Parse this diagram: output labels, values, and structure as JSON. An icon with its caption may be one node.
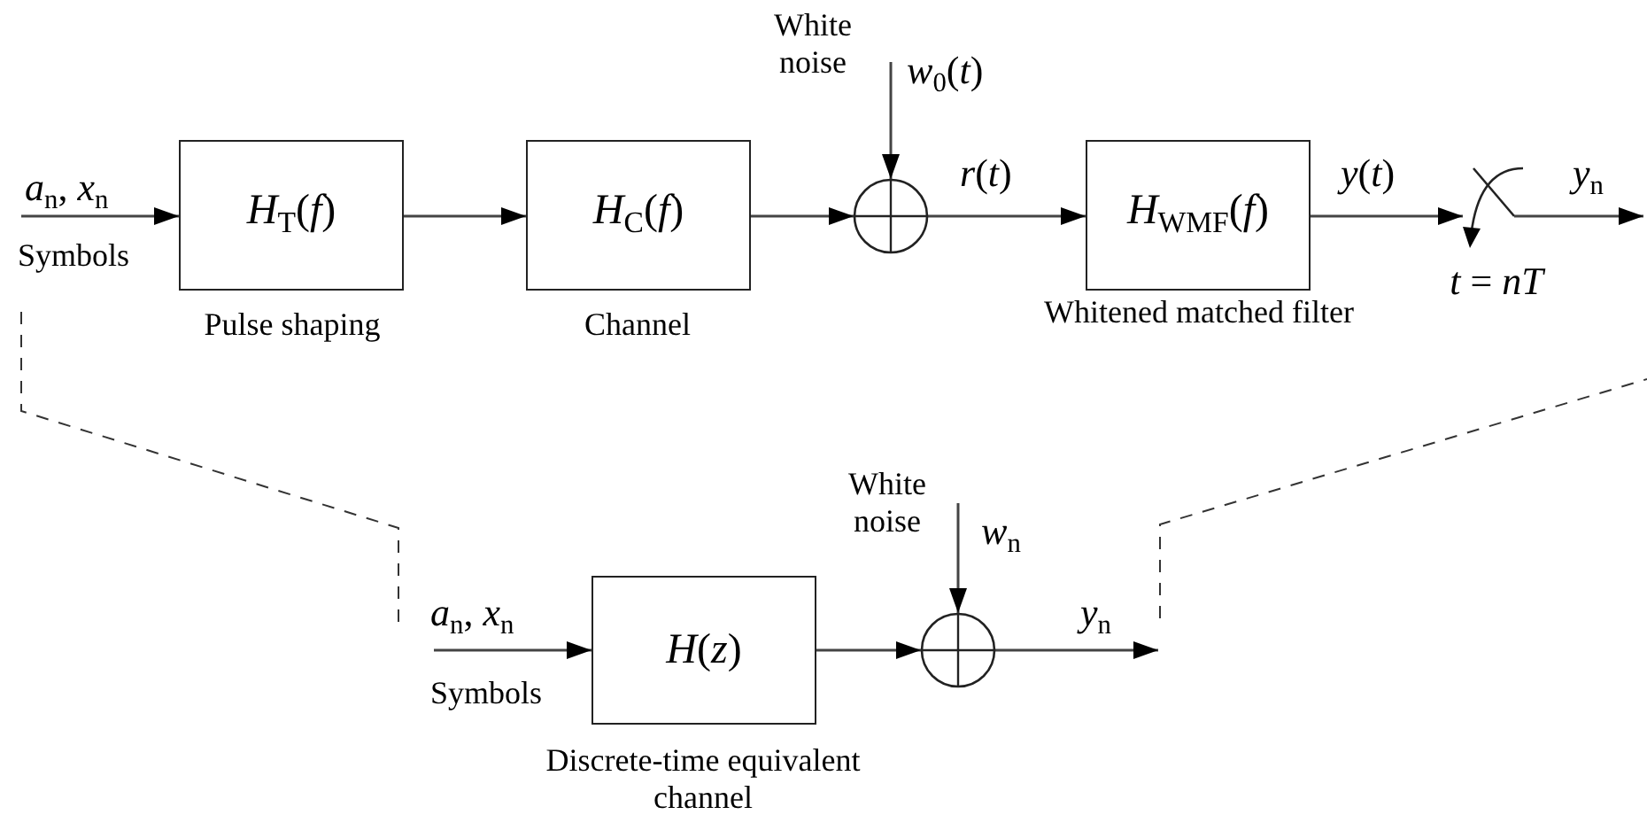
{
  "diagram": {
    "nodes": [
      {
        "text": [
          "*H*$_{T}$(*f*)"
        ],
        "beside": [
          "Pulse shaping"
        ]
      },
      {
        "text": [
          "*H*$_{C}$(*f*)"
        ],
        "beside": [
          "Channel"
        ]
      },
      {
        "text": [],
        "shape": "circle"
      },
      {
        "text": [
          "*H*$_{WMF}$(*f*)"
        ],
        "beside": [
          "Whitened matched filter"
        ]
      },
      {
        "text": [],
        "shape": "switch",
        "beside": [
          "*t* = *nT*"
        ]
      },
      {
        "text": [
          "*H*(*z*)"
        ],
        "beside": [
          "Discrete-time equivalent channel"
        ]
      },
      {
        "text": [],
        "shape": "circle"
      }
    ],
    "edges": [
      {
        "from": null,
        "to": 0,
        "arrow": "to",
        "label": "*a*$_{n}$, *x*$_{n}$"
      },
      {
        "from": 0,
        "to": 1,
        "arrow": "to"
      },
      {
        "from": 1,
        "to": 2,
        "arrow": "to"
      },
      {
        "from": null,
        "to": 2,
        "arrow": "to",
        "label": "*w*$_{0}$(*t*)"
      },
      {
        "from": 2,
        "to": 3,
        "arrow": "to",
        "label": "*r*(*t*)"
      },
      {
        "from": 3,
        "to": 4,
        "arrow": "to",
        "label": "*y*(*t*)"
      },
      {
        "from": 4,
        "to": null,
        "arrow": "to",
        "label": "*y*$_{n}$"
      },
      {
        "from": null,
        "to": 5,
        "arrow": "to",
        "label": "*a*$_{n}$, *x*$_{n}$"
      },
      {
        "from": 5,
        "to": 6,
        "arrow": "to"
      },
      {
        "from": null,
        "to": 6,
        "arrow": "to",
        "label": "*w*$_{n}$"
      },
      {
        "from": 6,
        "to": null,
        "arrow": "to",
        "label": "*y*$_{n}$"
      }
    ],
    "labels": [
      "White noise",
      "Symbols",
      "White noise",
      "Symbols"
    ]
  }
}
